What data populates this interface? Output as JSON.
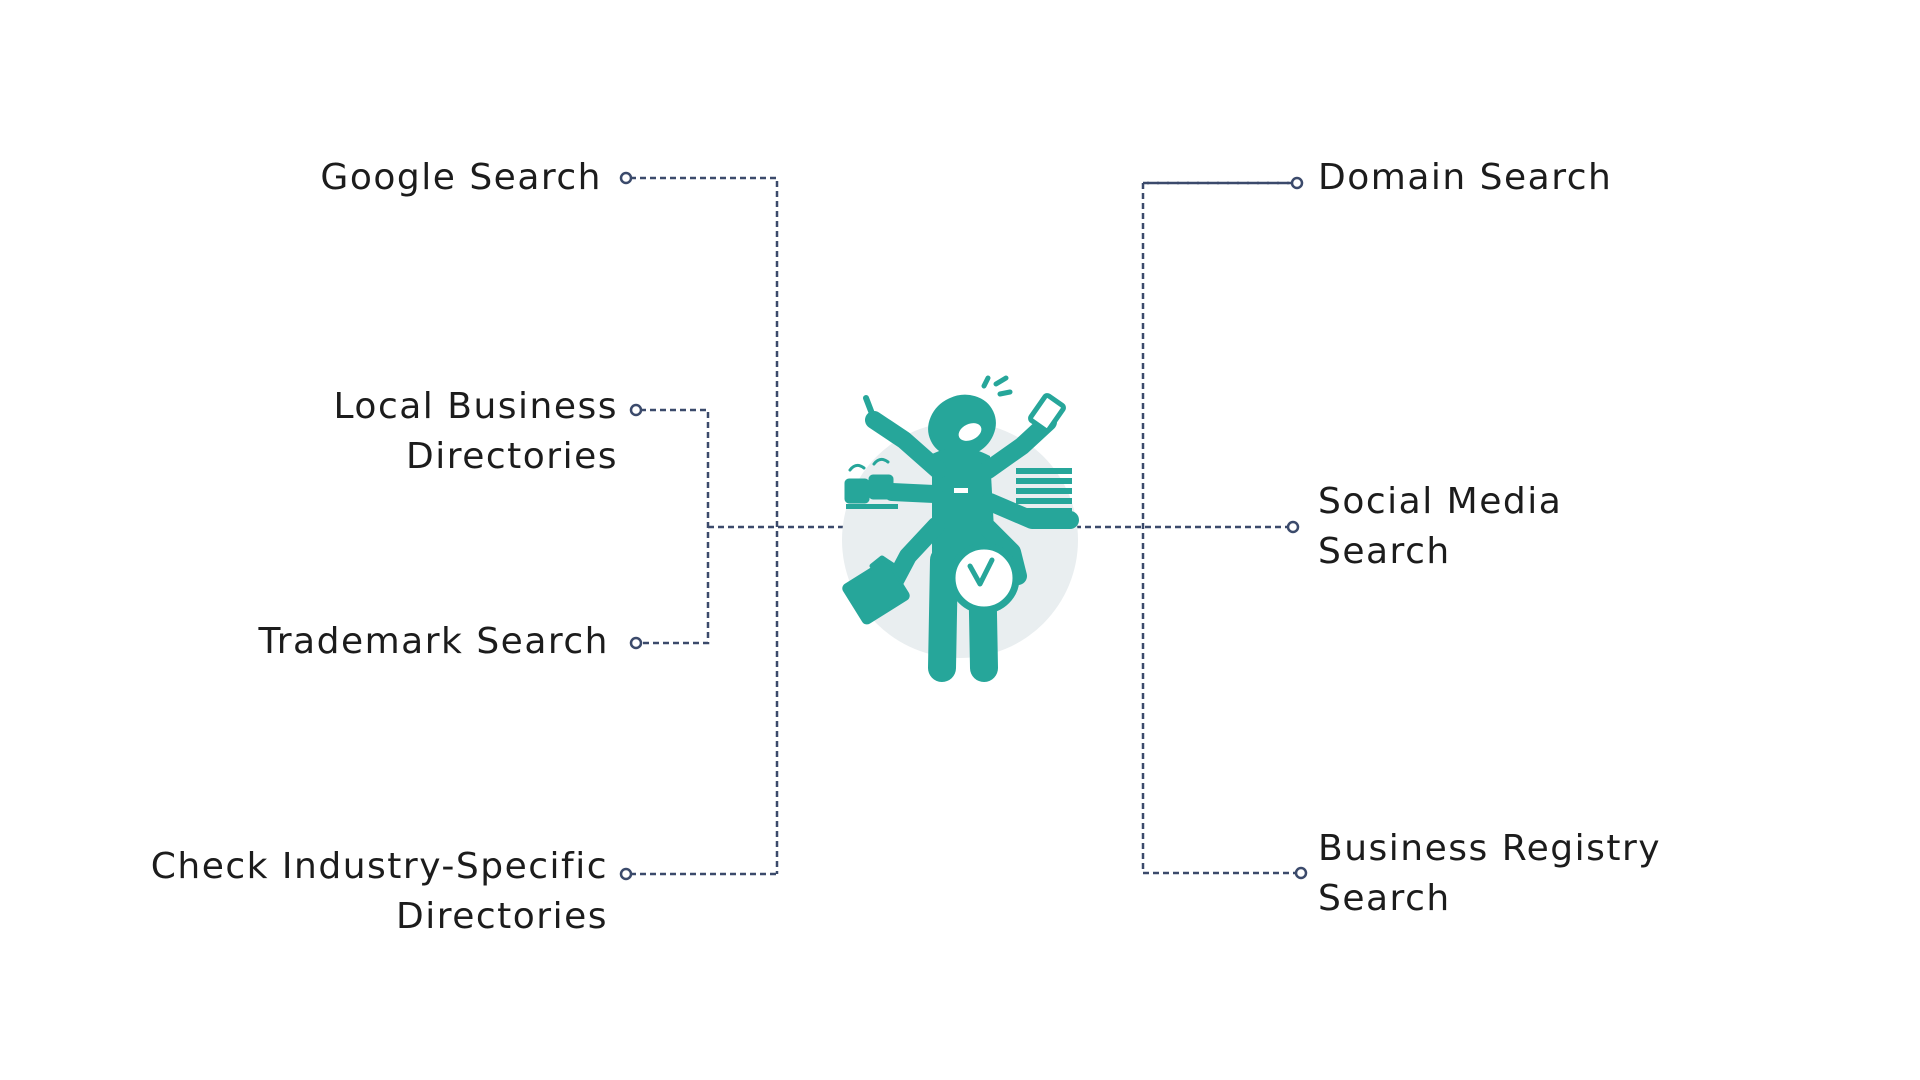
{
  "diagram": {
    "left_items": [
      {
        "id": "google",
        "lines": [
          "Google Search"
        ]
      },
      {
        "id": "local",
        "lines": [
          "Local Business",
          "Directories"
        ]
      },
      {
        "id": "trademark",
        "lines": [
          "Trademark Search"
        ]
      },
      {
        "id": "industry",
        "lines": [
          "Check Industry-Specific",
          "Directories"
        ]
      }
    ],
    "right_items": [
      {
        "id": "domain",
        "lines": [
          "Domain Search"
        ]
      },
      {
        "id": "social",
        "lines": [
          "Social Media",
          "Search"
        ]
      },
      {
        "id": "registry",
        "lines": [
          "Business Registry",
          "Search"
        ]
      }
    ],
    "center_icon": "multitasking-person-icon",
    "colors": {
      "accent": "#26a69a",
      "connector": "#3b4a6b",
      "circle_bg": "#e9eef0",
      "text": "#1c1c1c"
    }
  }
}
